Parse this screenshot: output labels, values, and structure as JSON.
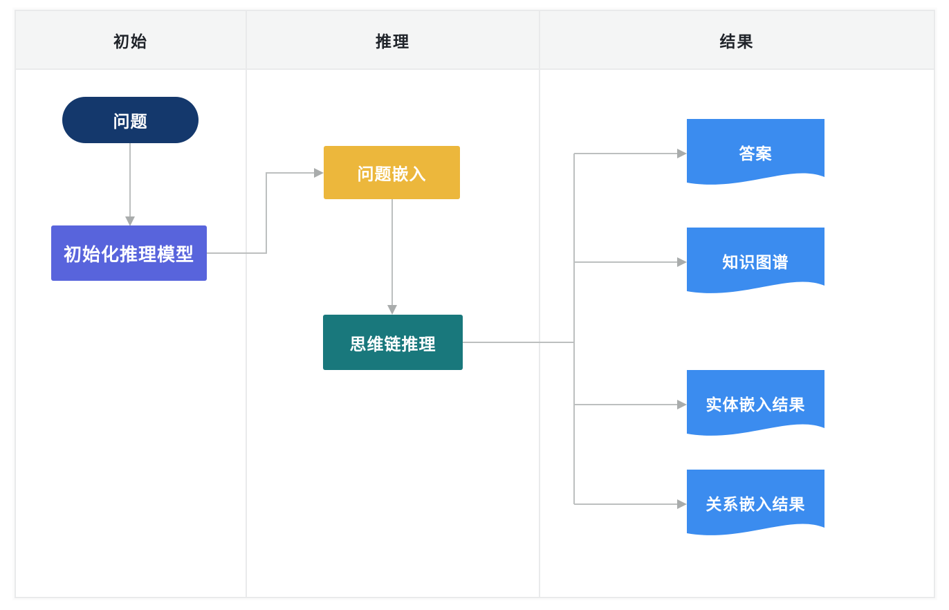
{
  "lanes": [
    {
      "label": "初始"
    },
    {
      "label": "推理"
    },
    {
      "label": "结果"
    }
  ],
  "nodes": {
    "question": {
      "label": "问题",
      "shape": "terminator",
      "color": "#14386c"
    },
    "init_model": {
      "label": "初始化推理模型",
      "shape": "process",
      "color": "#5864dc"
    },
    "question_embedding": {
      "label": "问题嵌入",
      "shape": "process",
      "color": "#ecb73c"
    },
    "cot_reasoning": {
      "label": "思维链推理",
      "shape": "process",
      "color": "#19787c"
    },
    "outputs": [
      {
        "label": "答案",
        "shape": "document"
      },
      {
        "label": "知识图谱",
        "shape": "document"
      },
      {
        "label": "实体嵌入结果",
        "shape": "document"
      },
      {
        "label": "关系嵌入结果",
        "shape": "document"
      }
    ],
    "output_color": "#3b8cef"
  },
  "edges": [
    {
      "from": "question",
      "to": "init_model"
    },
    {
      "from": "init_model",
      "to": "question_embedding"
    },
    {
      "from": "question_embedding",
      "to": "cot_reasoning"
    },
    {
      "from": "cot_reasoning",
      "to": "答案"
    },
    {
      "from": "cot_reasoning",
      "to": "知识图谱"
    },
    {
      "from": "cot_reasoning",
      "to": "实体嵌入结果"
    },
    {
      "from": "cot_reasoning",
      "to": "关系嵌入结果"
    }
  ],
  "colors": {
    "lane_header_bg": "#f4f5f5",
    "border": "#e9eaeb",
    "connector": "#bcbfbf",
    "arrowhead": "#a9acac",
    "header_text": "#1f2329",
    "node_text": "#ffffff"
  }
}
